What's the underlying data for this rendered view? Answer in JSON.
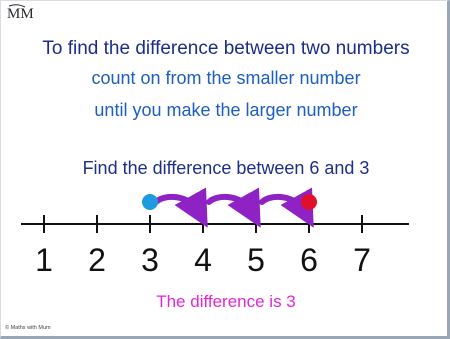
{
  "logo": {
    "text": "MM"
  },
  "text": {
    "line1": "To find the difference between two numbers",
    "line2": "count on from the smaller number",
    "line3": "until you make the larger number",
    "question": "Find the difference between 6 and 3",
    "result": "The difference is 3",
    "copyright": "© Maths with Mum"
  },
  "number_line": {
    "ticks": [
      "1",
      "2",
      "3",
      "4",
      "5",
      "6",
      "7"
    ],
    "start_value": 3,
    "end_value": 6,
    "start_dot_color": "#1e9be0",
    "end_dot_color": "#e0102a",
    "jump_color": "#8e22c4"
  }
}
